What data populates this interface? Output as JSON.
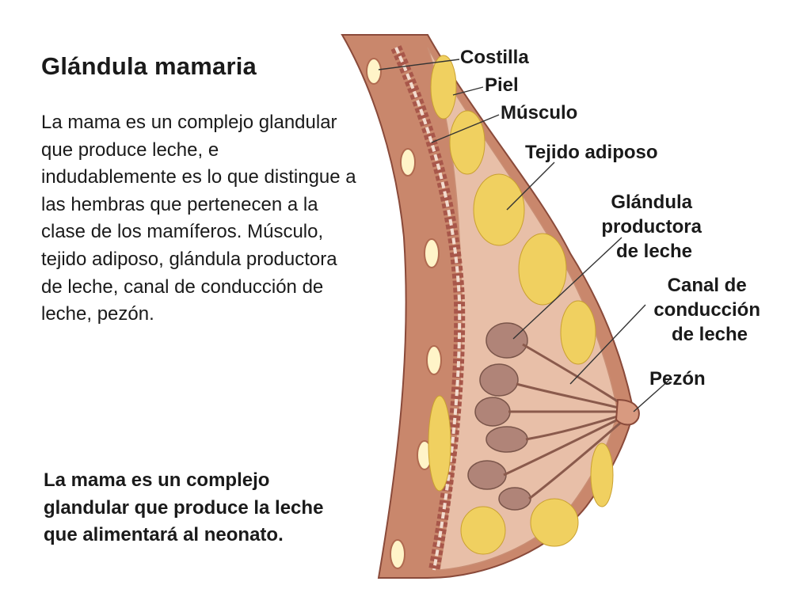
{
  "title": "Glándula mamaria",
  "description": "La mama es un complejo glandular que produce leche, e indudablemente es lo que distingue a las hembras que pertenecen a la clase de los mamíferos. Músculo, tejido adiposo, glándula productora de leche, canal de conducción de leche, pezón.",
  "summary": "La mama es un complejo glandular que produce la leche que alimentará al neonato.",
  "labels": {
    "costilla": "Costilla",
    "piel": "Piel",
    "musculo": "Músculo",
    "tejido_adiposo": "Tejido adiposo",
    "glandula": [
      "Glándula",
      "productora",
      "de leche"
    ],
    "canal": [
      "Canal de",
      "conducción",
      "de leche"
    ],
    "pezon": "Pezón"
  },
  "colors": {
    "skin": "#c9876c",
    "muscle": "#a8574a",
    "fat": "#f0d060",
    "tissue": "#e8bfa8",
    "gland": "#b08478",
    "bone": "#fff4c8"
  }
}
